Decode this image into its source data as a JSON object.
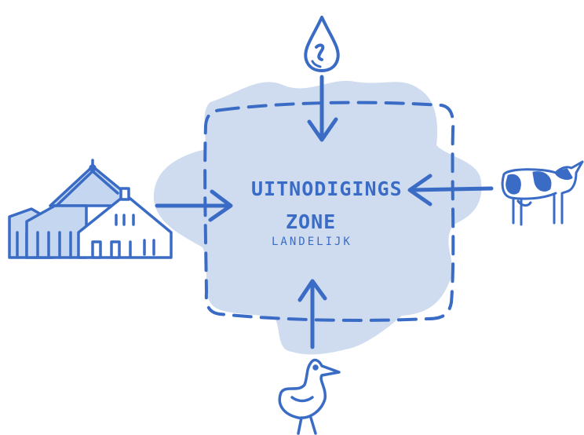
{
  "diagram": {
    "zone_title_line1": "UITNODIGINGS",
    "zone_title_line2": "ZONE",
    "zone_subtitle": "LANDELIJK",
    "colors": {
      "ink": "#3a6cc6",
      "blob": "#cfdcef",
      "farm_fill": "#c5d6f0",
      "paper": "#ffffff"
    },
    "icons": [
      "water-drop-icon",
      "farmhouse-icon",
      "cow-icon",
      "bird-icon"
    ]
  }
}
